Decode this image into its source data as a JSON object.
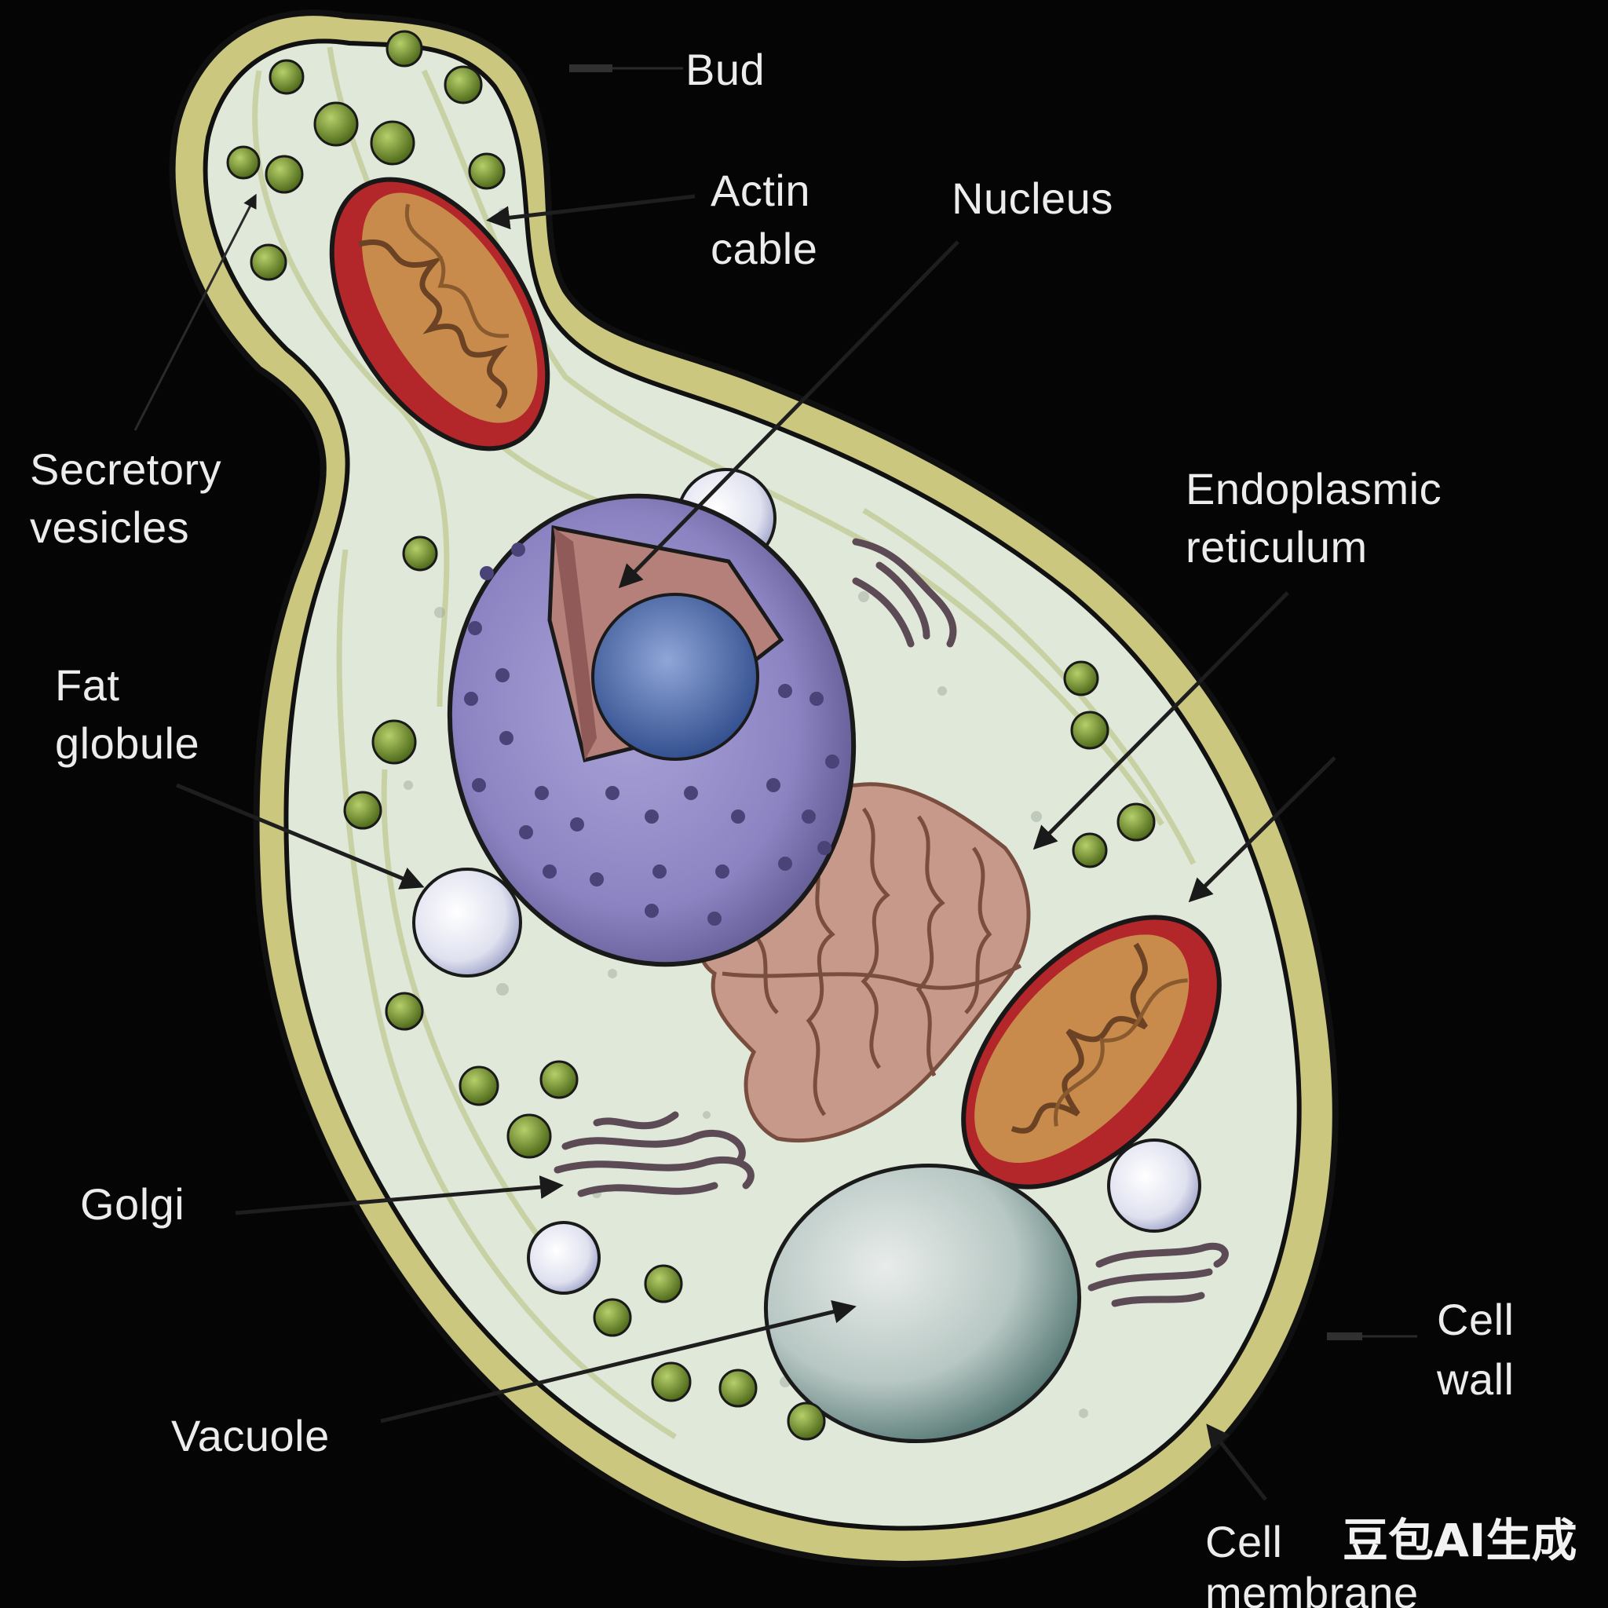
{
  "labels": {
    "bud": "Bud",
    "actin_1": "Actin",
    "actin_2": "cable",
    "nucleus": "Nucleus",
    "secretory_1": "Secretory",
    "secretory_2": "vesicles",
    "er_1": "Endoplasmic",
    "er_2": "reticulum",
    "fat_1": "Fat",
    "fat_2": "globule",
    "golgi": "Golgi",
    "vacuole": "Vacuole",
    "wall_1": "Cell",
    "wall_2": "wall",
    "membrane_1": "Cell",
    "membrane_2": "membrane"
  },
  "watermark": "豆包AI生成",
  "colors": {
    "background": "#050505",
    "cell_wall": "#cfc98a",
    "cytoplasm": "#dfe8d9",
    "nucleus": "#8e87c4",
    "nucleolus": "#4f6fb0",
    "mitochondrion_outer": "#b3262a",
    "mitochondrion_inner": "#c98b4c",
    "er": "#c29480",
    "golgi": "#6e5c66",
    "vesicle": "#7e9a38",
    "vacuole": "#9fb5b0",
    "fat_globule": "#e6e8f2",
    "label_text": "#ececec"
  }
}
